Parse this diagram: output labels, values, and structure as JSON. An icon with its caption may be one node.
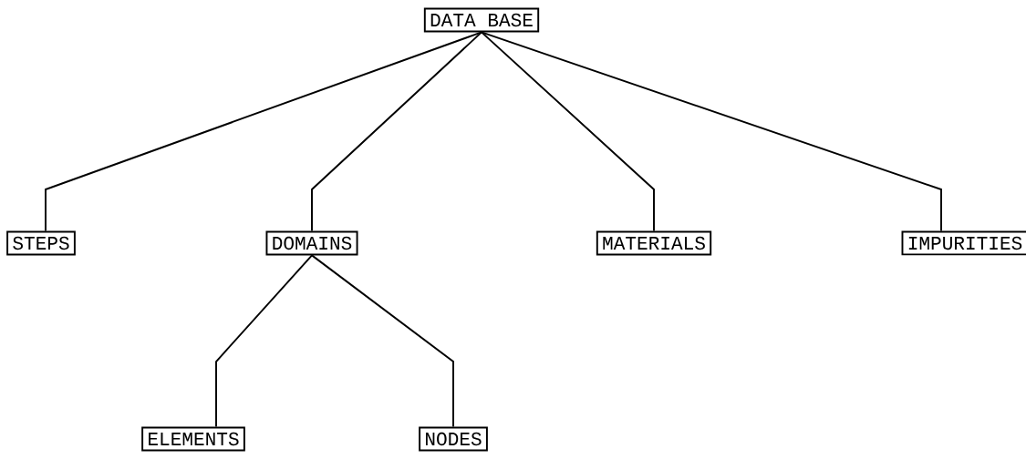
{
  "diagram": {
    "nodes": [
      {
        "text": [
          "DATA BASE"
        ]
      },
      {
        "text": [
          "STEPS"
        ]
      },
      {
        "text": [
          "DOMAINS"
        ]
      },
      {
        "text": [
          "MATERIALS"
        ]
      },
      {
        "text": [
          "IMPURITIES"
        ]
      },
      {
        "text": [
          "ELEMENTS"
        ]
      },
      {
        "text": [
          "NODES"
        ]
      }
    ],
    "edges": [
      {
        "from": 0,
        "to": 1,
        "arrow": "none"
      },
      {
        "from": 0,
        "to": 2,
        "arrow": "none"
      },
      {
        "from": 0,
        "to": 3,
        "arrow": "none"
      },
      {
        "from": 0,
        "to": 4,
        "arrow": "none"
      },
      {
        "from": 2,
        "to": 5,
        "arrow": "none"
      },
      {
        "from": 2,
        "to": 6,
        "arrow": "none"
      }
    ]
  }
}
